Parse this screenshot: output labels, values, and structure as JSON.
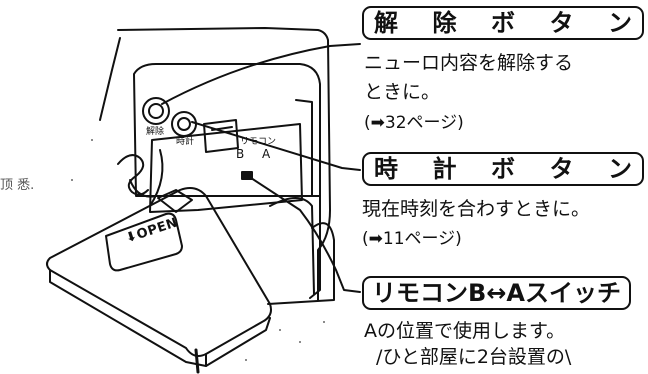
{
  "callouts": [
    {
      "id": "release",
      "title_chars": [
        "解",
        "除",
        "ボ",
        "タ",
        "ン"
      ],
      "description": [
        "ニューロ内容を解除する",
        "ときに。"
      ],
      "reference": "(➡32ページ)"
    },
    {
      "id": "clock",
      "title_chars": [
        "時",
        "計",
        "ボ",
        "タ",
        "ン"
      ],
      "description": [
        "現在時刻を合わすときに。"
      ],
      "reference": "(➡11ページ)"
    },
    {
      "id": "switch",
      "title": "リモコンB↔Aスイッチ",
      "description": [
        "Aの位置で使用します。",
        "/ひと部屋に2台設置の\\"
      ]
    }
  ],
  "device": {
    "button_label_left": "解除",
    "button_label_right": "時計",
    "switch_label_top": "リモコン",
    "switch_label_b": "B",
    "switch_label_a": "A",
    "cover_label": "⬇OPEN"
  },
  "stray_text": "顶 悉.",
  "colors": {
    "ink": "#111111",
    "paper": "#ffffff"
  }
}
